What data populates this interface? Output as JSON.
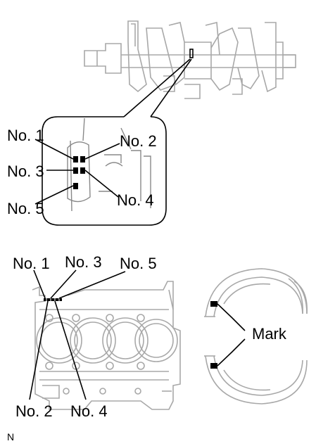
{
  "crankshaft_detail": {
    "labels": [
      "No. 1",
      "No. 2",
      "No. 3",
      "No. 4",
      "No. 5"
    ]
  },
  "cylinder_block": {
    "labels": [
      "No. 1",
      "No. 3",
      "No. 5",
      "No. 2",
      "No. 4"
    ]
  },
  "bearing": {
    "mark_label": "Mark"
  },
  "footer": {
    "code": "N"
  }
}
